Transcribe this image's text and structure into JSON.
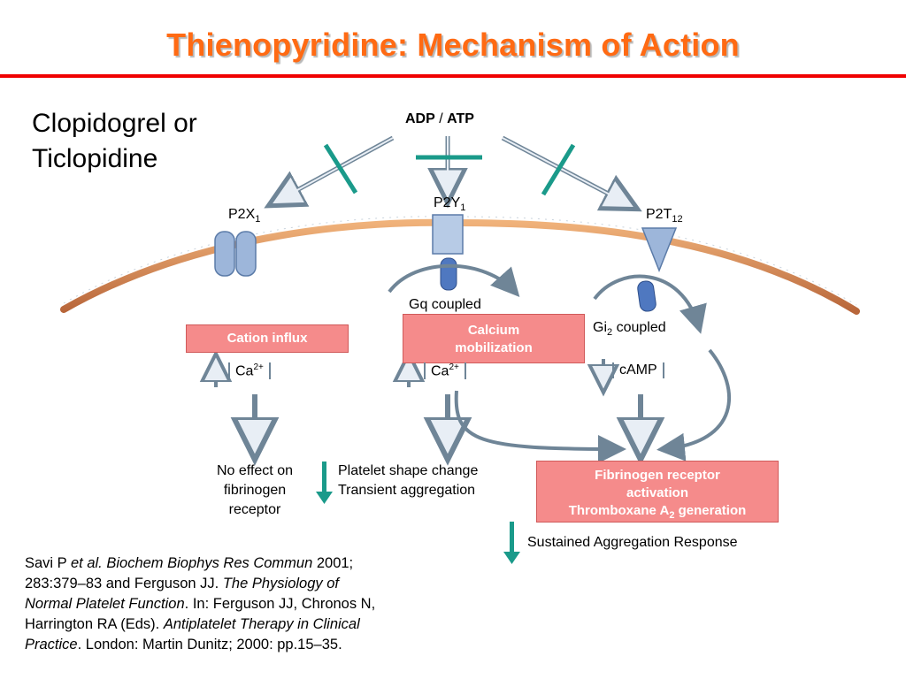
{
  "title": "Thienopyridine: Mechanism of Action",
  "drug_line1": "Clopidogrel or",
  "drug_line2": "Ticlopidine",
  "ligand": {
    "adp": "ADP",
    "sep": " / ",
    "atp": "ATP"
  },
  "receptors": {
    "p2x": {
      "base": "P2X",
      "sub": "1"
    },
    "p2y": {
      "base": "P2Y",
      "sub": "1"
    },
    "p2t": {
      "base": "P2T",
      "sub": "12"
    }
  },
  "gq_coupled": "Gq coupled",
  "gi_coupled": {
    "base": "Gi",
    "sub": "2",
    "rest": " coupled"
  },
  "boxes": {
    "cation_influx": "Cation influx",
    "calcium_line1": "Calcium",
    "calcium_line2": "mobilization",
    "fib_line1": "Fibrinogen receptor",
    "fib_line2": "activation",
    "fib_line3a": "Thromboxane A",
    "fib_line3sub": "2",
    "fib_line3b": " generation"
  },
  "second_messengers": {
    "ca_left": {
      "base": "Ca",
      "sup": "2+"
    },
    "ca_mid": {
      "base": "Ca",
      "sup": "2+"
    },
    "camp": "cAMP"
  },
  "outcomes": {
    "no_effect_1": "No effect on",
    "no_effect_2": "fibrinogen",
    "no_effect_3": "receptor",
    "shape_1": "Platelet shape change",
    "shape_2": "Transient aggregation",
    "sustained": "Sustained Aggregation Response"
  },
  "citation": {
    "p1": "Savi P ",
    "i1": "et al. Biochem Biophys Res Commun",
    "p2": " 2001;",
    "p3": "283:379–83 and Ferguson JJ. ",
    "i2": "The Physiology of",
    "i3": "Normal Platelet Function",
    "p4": ". In: Ferguson JJ, Chronos N,",
    "p5": "Harrington RA (Eds). ",
    "i4": "Antiplatelet Therapy in Clinical",
    "i5": "Practice",
    "p6": ". London: Martin Dunitz; 2000: pp.15–35."
  },
  "colors": {
    "title": "#ff6a13",
    "rule": "#f00000",
    "box": "#f58b8b",
    "block": "#1a9a8a",
    "membrane": "#d9874e",
    "receptor": "#9db6da"
  }
}
